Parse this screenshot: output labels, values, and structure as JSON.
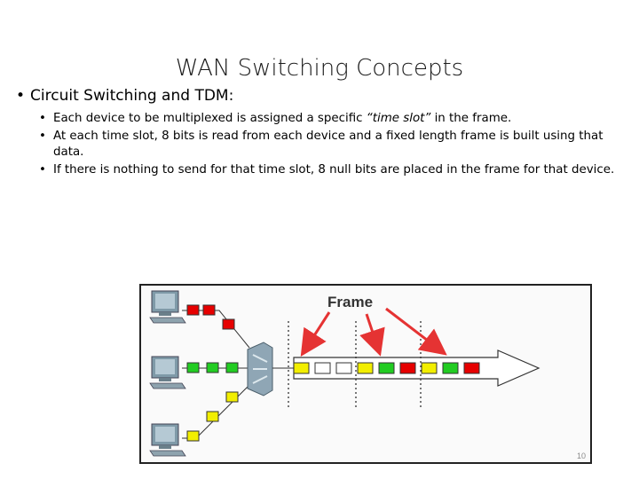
{
  "slide": {
    "title": "WAN Switching Concepts",
    "main_bullet": "Circuit Switching and TDM:",
    "sub_bullets": [
      {
        "before": "Each device to be multiplexed is assigned a specific ",
        "italic": "“time slot”",
        "after": " in the frame."
      },
      {
        "text": "At each time slot, 8 bits is read from each device and a fixed length frame is built using that data."
      },
      {
        "text": "If there is nothing to send for that time slot, 8 null bits are placed in the frame for that device."
      }
    ],
    "page_number": "10"
  },
  "diagram": {
    "frame_label": "Frame",
    "colors": {
      "red": "#e60000",
      "green": "#22cc22",
      "yellow": "#f2ee00",
      "empty": "#ffffff",
      "arrow_red": "#e53333"
    },
    "input_lines": [
      {
        "device": "top",
        "slots": [
          "red",
          "red",
          "red"
        ]
      },
      {
        "device": "middle",
        "slots": [
          "green",
          "green",
          "green"
        ]
      },
      {
        "device": "bottom",
        "slots": [
          "yellow",
          "yellow",
          "yellow"
        ]
      }
    ],
    "frame_slots": [
      "yellow",
      "empty",
      "empty",
      "yellow",
      "green",
      "red",
      "yellow",
      "green",
      "red"
    ]
  }
}
